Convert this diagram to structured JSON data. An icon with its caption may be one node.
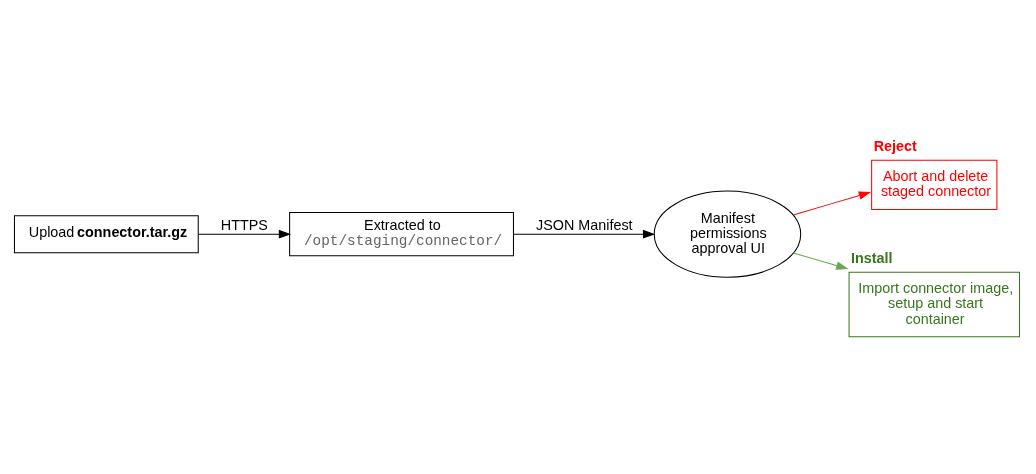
{
  "diagram": {
    "nodes": [
      {
        "text": [
          "Upload **connector.tar.gz**"
        ]
      },
      {
        "text": [
          "Extracted to",
          "/opt/staging/connector/"
        ]
      },
      {
        "text": [
          "Manifest permissions approval UI"
        ]
      },
      {
        "text": [
          "Reject",
          "Abort and delete staged connector"
        ]
      },
      {
        "text": [
          "Install",
          "Import connector image, setup and start container"
        ]
      }
    ],
    "edges": [
      {
        "from": 0,
        "to": 1,
        "arrow": "to",
        "label": "HTTPS"
      },
      {
        "from": 1,
        "to": 2,
        "arrow": "to",
        "label": "JSON Manifest"
      },
      {
        "from": 2,
        "to": 3,
        "arrow": "to",
        "color": "#ff0000"
      },
      {
        "from": 2,
        "to": 4,
        "arrow": "to",
        "color": "#6aa84f"
      }
    ]
  }
}
